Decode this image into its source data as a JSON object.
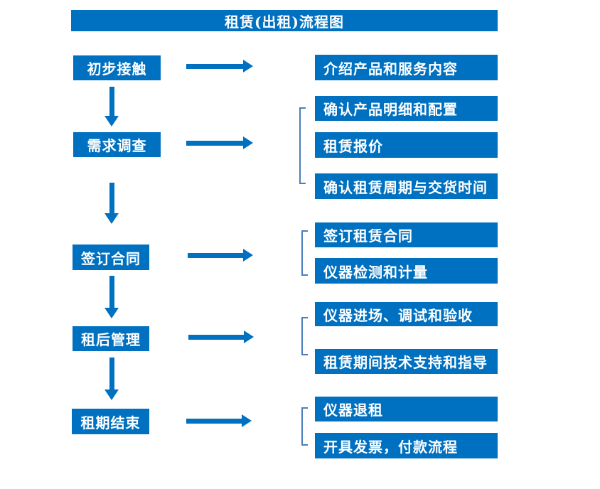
{
  "title": "租赁(出租)流程图",
  "colors": {
    "primary": "#0070C0",
    "bracket": "#4a7ebb",
    "text": "#ffffff",
    "background": "#ffffff"
  },
  "steps": [
    {
      "label": "初步接触",
      "outputs": [
        "介绍产品和服务内容"
      ]
    },
    {
      "label": "需求调查",
      "outputs": [
        "确认产品明细和配置",
        "租赁报价",
        "确认租赁周期与交货时间"
      ]
    },
    {
      "label": "签订合同",
      "outputs": [
        "签订租赁合同",
        "仪器检测和计量"
      ]
    },
    {
      "label": "租后管理",
      "outputs": [
        "仪器进场、调试和验收",
        "租赁期间技术支持和指导"
      ]
    },
    {
      "label": "租期结束",
      "outputs": [
        "仪器退租",
        "开具发票，付款流程"
      ]
    }
  ]
}
